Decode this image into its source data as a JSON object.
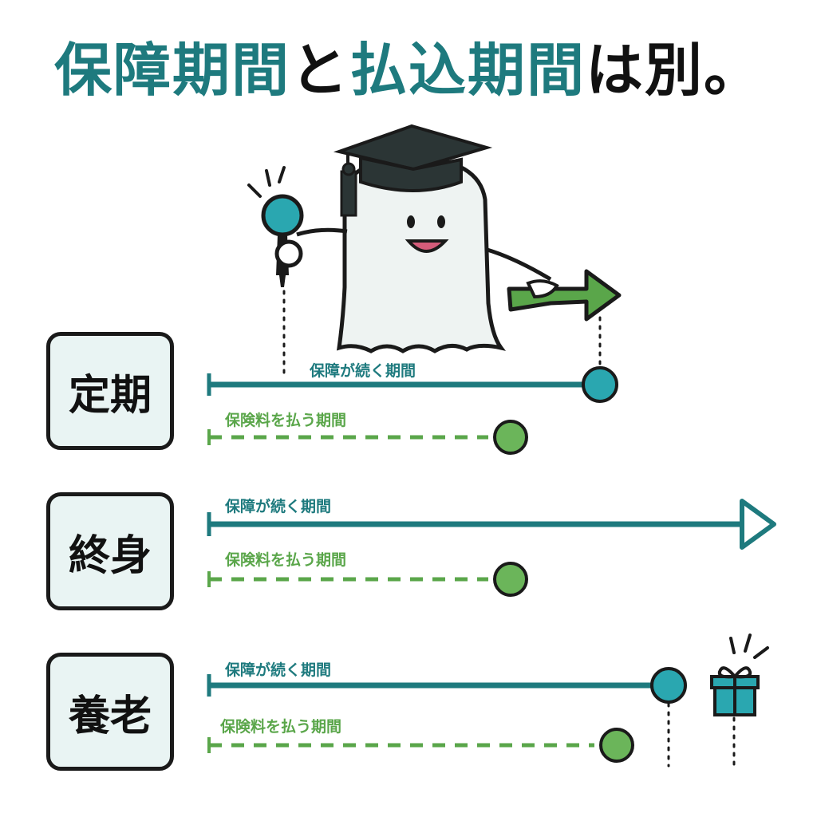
{
  "title": {
    "part1": "保障期間",
    "part2": "と",
    "part3": "払込期間",
    "part4": "は別。"
  },
  "colors": {
    "teal": "#1e7a7e",
    "green": "#5aa64a",
    "dark": "#1a1a1a",
    "box_fill": "#e9f4f3"
  },
  "rows": [
    {
      "name": "定期",
      "coverage_label": "保障が続く期間",
      "payment_label": "保険料を払う期間",
      "coverage_end": "end-dot",
      "payment_end": "end-dot"
    },
    {
      "name": "終身",
      "coverage_label": "保障が続く期間",
      "payment_label": "保険料を払う期間",
      "coverage_end": "arrow",
      "payment_end": "end-dot"
    },
    {
      "name": "養老",
      "coverage_label": "保障が続く期間",
      "payment_label": "保険料を払う期間",
      "coverage_end": "end-dot",
      "payment_end": "end-dot",
      "extra_icon": "gift-icon"
    }
  ],
  "mascot": {
    "icon": "graduate-ghost-icon",
    "left_prop": "pin-icon",
    "right_prop": "arrow-sign-icon"
  }
}
